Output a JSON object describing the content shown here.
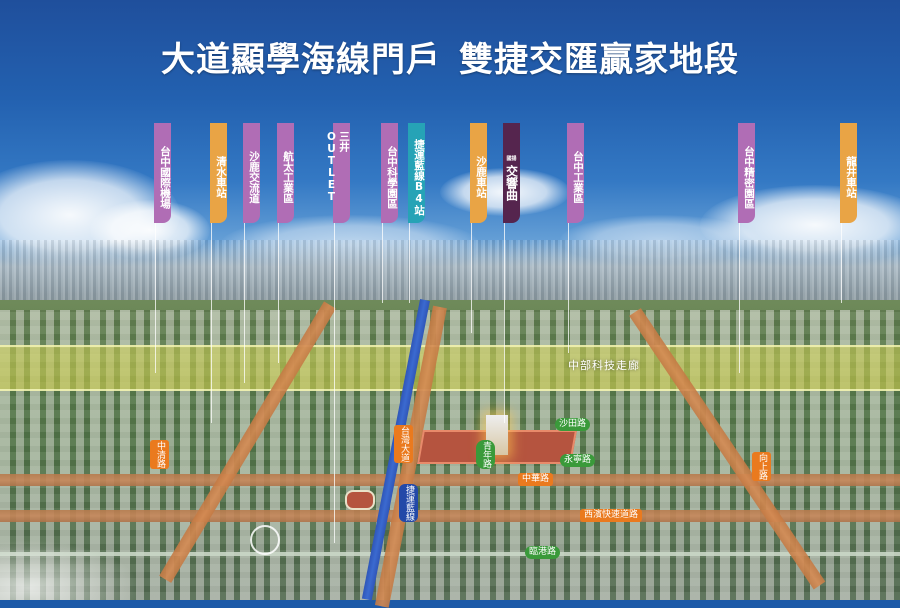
{
  "title": {
    "part1": "大道顯學海線門戶",
    "part2": "雙捷交匯贏家地段"
  },
  "landmarks": [
    {
      "label": "台中國際機場",
      "color": "#b06db5"
    },
    {
      "label": "清水車站",
      "color": "#e9a445"
    },
    {
      "label": "沙鹿交流道",
      "color": "#b06db5"
    },
    {
      "label": "航太工業區",
      "color": "#b06db5"
    },
    {
      "label": "三井OUTLET",
      "color": "#b06db5"
    },
    {
      "label": "台中科學園區",
      "color": "#b06db5"
    },
    {
      "label": "捷運藍線B4站",
      "color": "#26a3b6"
    },
    {
      "label": "沙鹿車站",
      "color": "#e9a445"
    },
    {
      "label": "交響曲",
      "prefix": "國揚",
      "color": "#55254e"
    },
    {
      "label": "台中工業區",
      "color": "#b06db5"
    },
    {
      "label": "台中精密園區",
      "color": "#b06db5"
    },
    {
      "label": "龍井車站",
      "color": "#e9a445"
    }
  ],
  "zones": {
    "tech_corridor": "中部科技走廊"
  },
  "roads": {
    "zhongqing": "中清路",
    "taiwan_blvd": "台灣大道",
    "metro_blue": "捷運藍線",
    "zhonghua": "中華路",
    "xibin_expressway": "西濱快速道路",
    "xiangshang": "向上路",
    "shatian": "沙田路",
    "yongning": "永寧路",
    "qingnian": "青年路",
    "linhai": "臨港路"
  }
}
